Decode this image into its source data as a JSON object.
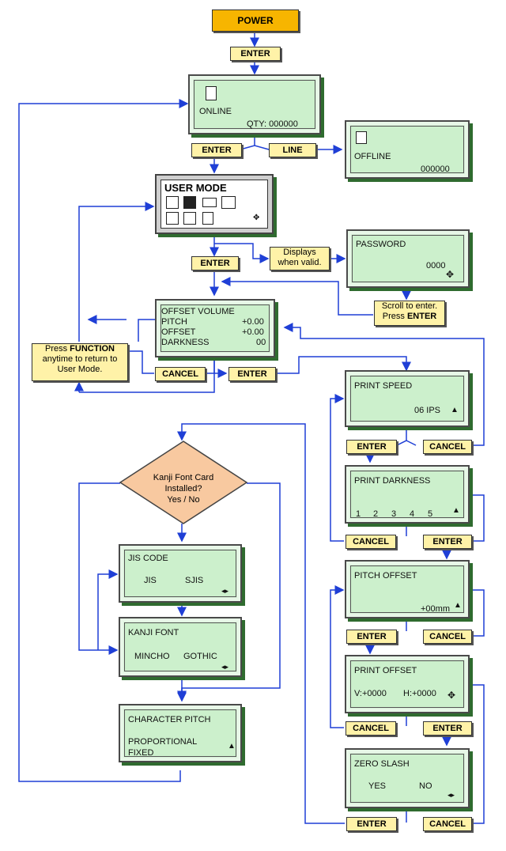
{
  "power": "POWER",
  "buttons": {
    "enter": "ENTER",
    "line": "LINE",
    "cancel": "CANCEL"
  },
  "online": {
    "label": "ONLINE",
    "qty": "QTY:  000000"
  },
  "offline": {
    "label": "OFFLINE",
    "qty": "000000"
  },
  "user_mode": {
    "title": "USER MODE"
  },
  "notes": {
    "displays": "Displays\nwhen valid.",
    "scroll": "Scroll to enter.",
    "press": "Press ",
    "enter_bold": "ENTER",
    "press_function_1": "Press ",
    "function_bold": "FUNCTION",
    "press_function_2": "anytime to return to",
    "press_function_3": "User Mode."
  },
  "password": {
    "label": "PASSWORD",
    "value": "0000"
  },
  "offset_volume": {
    "title": "OFFSET VOLUME",
    "rows": [
      {
        "name": "PITCH",
        "value": "+0.00"
      },
      {
        "name": "OFFSET",
        "value": "+0.00"
      },
      {
        "name": "DARKNESS",
        "value": "00"
      }
    ]
  },
  "print_speed": {
    "title": "PRINT SPEED",
    "value": "06 IPS"
  },
  "print_darkness": {
    "title": "PRINT DARKNESS",
    "levels": [
      "1",
      "2",
      "3",
      "4",
      "5"
    ]
  },
  "pitch_offset": {
    "title": "PITCH OFFSET",
    "value": "+00mm"
  },
  "print_offset": {
    "title": "PRINT OFFSET",
    "v": "V:+0000",
    "h": "H:+0000"
  },
  "zero_slash": {
    "title": "ZERO SLASH",
    "yes": "YES",
    "no": "NO"
  },
  "kanji_question": {
    "line1": "Kanji Font Card",
    "line2": "Installed?",
    "line3": "Yes / No"
  },
  "jis_code": {
    "title": "JIS CODE",
    "opt1": "JIS",
    "opt2": "SJIS"
  },
  "kanji_font": {
    "title": "KANJI FONT",
    "opt1": "MINCHO",
    "opt2": "GOTHIC"
  },
  "char_pitch": {
    "title": "CHARACTER PITCH",
    "opt1": "PROPORTIONAL",
    "opt2": "FIXED"
  },
  "colors": {
    "lcd": "#ccf0cc",
    "button": "#fff2a8",
    "power": "#f7b500",
    "wire": "#1f3fd6",
    "diamond": "#f8c9a0"
  },
  "icons": [
    "printer-icon",
    "question-icon",
    "tools-icon",
    "card-icon",
    "updown-arrow-icon",
    "four-way-arrow-icon",
    "left-right-arrow-icon"
  ]
}
